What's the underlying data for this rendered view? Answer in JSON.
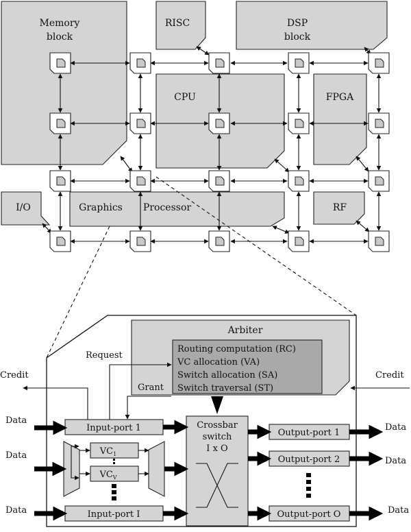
{
  "soc": {
    "blocks": {
      "memory_line1": "Memory",
      "memory_line2": "block",
      "risc": "RISC",
      "dsp_line1": "DSP",
      "dsp_line2": "block",
      "cpu": "CPU",
      "fpga": "FPGA",
      "io": "I/O",
      "graphics": "Graphics",
      "processor": "Processor",
      "rf": "RF"
    }
  },
  "router": {
    "arbiter_title": "Arbiter",
    "arbiter_items": [
      "Routing computation (RC)",
      "VC allocation (VA)",
      "Switch allocation (SA)",
      "Switch traversal (ST)"
    ],
    "request": "Request",
    "grant": "Grant",
    "credit_left": "Credit",
    "credit_right": "Credit",
    "data_in": [
      "Data",
      "Data",
      "Data"
    ],
    "data_out": [
      "Data",
      "Data",
      "Data"
    ],
    "input_port_1": "Input-port 1",
    "input_port_i": "Input-port I",
    "vc1": "VC",
    "vc1_sub": "1",
    "vcv": "VC",
    "vcv_sub": "V",
    "crossbar_line1": "Crossbar",
    "crossbar_line2": "switch",
    "crossbar_line3": "I x O",
    "output_port_1": "Output-port 1",
    "output_port_2": "Output-port 2",
    "output_port_o": "Output-port O"
  }
}
